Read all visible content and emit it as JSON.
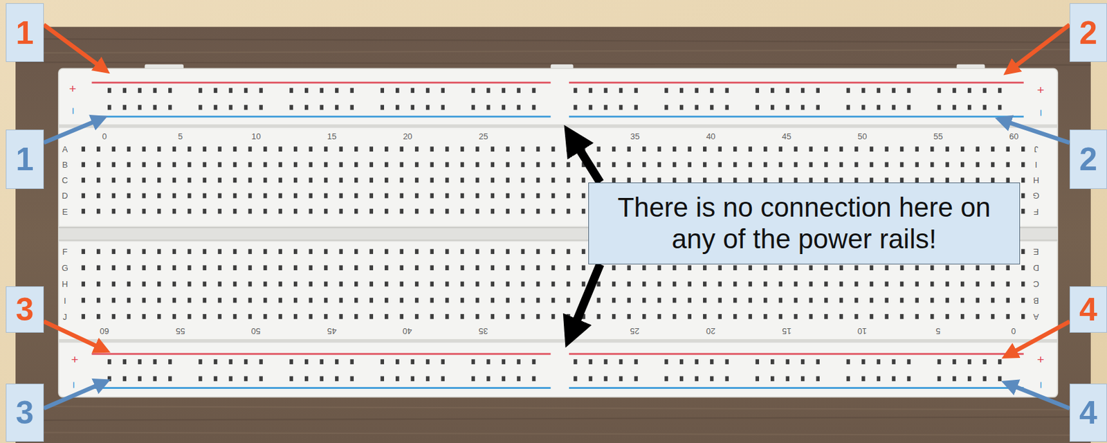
{
  "diagram": {
    "nodes": [
      {
        "text": [
          "1"
        ]
      },
      {
        "text": [
          "2"
        ]
      },
      {
        "text": [
          "1"
        ]
      },
      {
        "text": [
          "2"
        ]
      },
      {
        "text": [
          "There is no connection here on any of the power rails!"
        ]
      },
      {
        "text": [
          "3"
        ]
      },
      {
        "text": [
          "4"
        ]
      },
      {
        "text": [
          "3"
        ]
      },
      {
        "text": [
          "4"
        ]
      }
    ],
    "labels": [
      "+",
      "−",
      "+",
      "−",
      "0",
      "5",
      "10",
      "15",
      "20",
      "25",
      "35",
      "40",
      "45",
      "50",
      "55",
      "60",
      "A",
      "B",
      "C",
      "D",
      "E",
      "J",
      "I",
      "H",
      "G",
      "F",
      "F",
      "G",
      "H",
      "I",
      "J",
      "E",
      "D",
      "C",
      "B",
      "A",
      "60",
      "55",
      "50",
      "45",
      "40",
      "35",
      "25",
      "20",
      "15",
      "10",
      "5",
      "0",
      "+",
      "−",
      "+",
      "−"
    ]
  }
}
